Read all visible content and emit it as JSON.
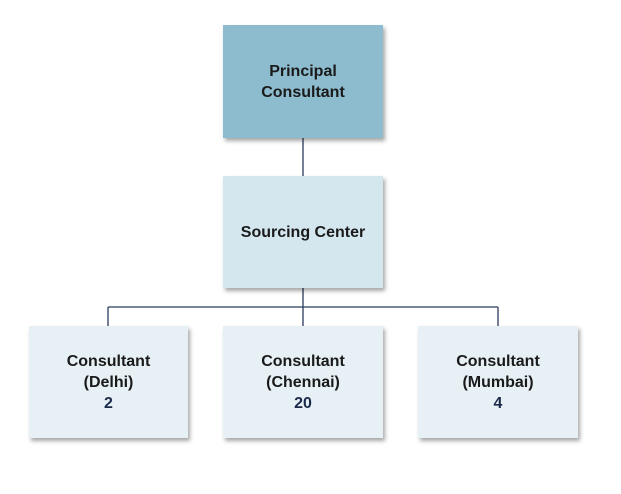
{
  "colors": {
    "principal_fill": "#8dbccf",
    "sourcing_fill": "#d4e6ee",
    "consultant_fill": "#e7f0f5",
    "connector": "#2b3a5c"
  },
  "principal": {
    "line1": "Principal",
    "line2": "Consultant"
  },
  "sourcing": {
    "label": "Sourcing Center"
  },
  "consultants": [
    {
      "line1": "Consultant",
      "line2": "(Delhi)",
      "count": "2"
    },
    {
      "line1": "Consultant",
      "line2": "(Chennai)",
      "count": "20"
    },
    {
      "line1": "Consultant",
      "line2": "(Mumbai)",
      "count": "4"
    }
  ]
}
